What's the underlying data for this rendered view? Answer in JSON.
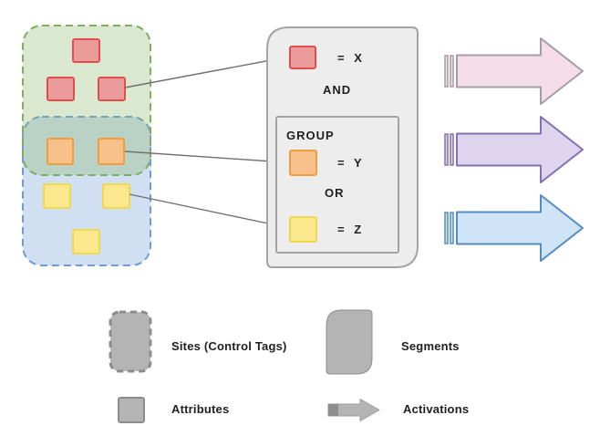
{
  "panel": {
    "equals_x": "= X",
    "and_operator": "AND",
    "group_title": "GROUP",
    "equals_y": "= Y",
    "or_operator": "OR",
    "equals_z": "= Z"
  },
  "legend": {
    "sites_label": "Sites (Control Tags)",
    "segments_label": "Segments",
    "attributes_label": "Attributes",
    "activations_label": "Activations"
  },
  "colors": {
    "attribute_red_fill": "#ec9b9b",
    "attribute_red_stroke": "#e34d4d",
    "attribute_orange_fill": "#f8c08a",
    "attribute_orange_stroke": "#f09d3e",
    "attribute_yellow_fill": "#fbe78d",
    "attribute_yellow_stroke": "#eed94e",
    "sites_green_stroke": "#7fae60",
    "sites_blue_stroke": "#6f9cd4",
    "segment_fill": "#ededed",
    "segment_stroke": "#a3a3a3",
    "connector_stroke": "#707070",
    "activation_pink_fill": "#f4dde7",
    "activation_pink_stroke": "#a49ea4",
    "activation_purple_fill": "#ded4ee",
    "activation_purple_stroke": "#8272b0",
    "activation_blue_fill": "#d0e4f7",
    "activation_blue_stroke": "#568cc2",
    "legend_gray_fill": "#b4b4b4",
    "legend_gray_stroke": "#8c8c8c"
  }
}
